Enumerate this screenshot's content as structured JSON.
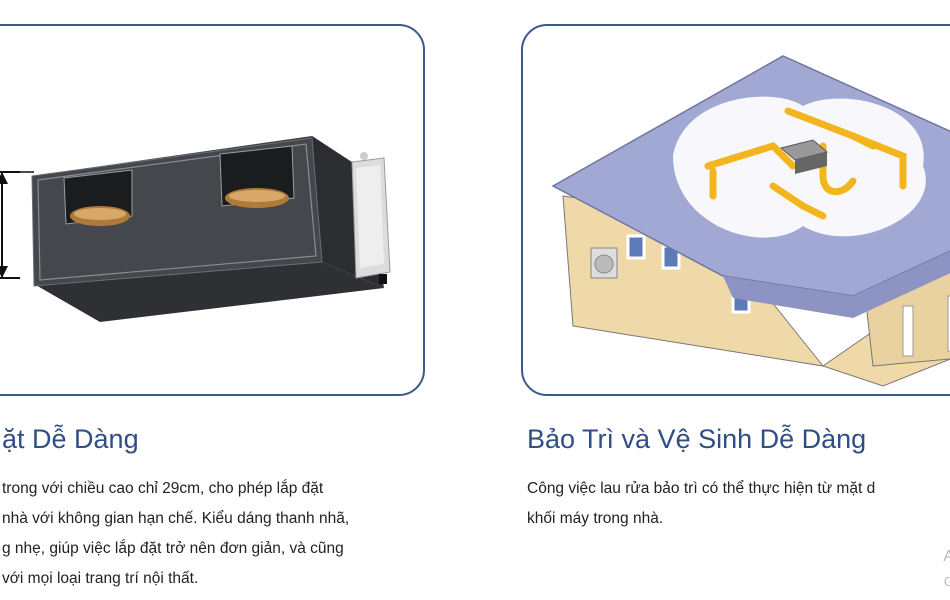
{
  "features": [
    {
      "title": "ặt Dễ Dàng",
      "lines": [
        "trong với chiều cao chỉ 29cm, cho phép lắp đặt",
        "nhà  với không gian hạn chế. Kiểu dáng thanh nhã,",
        "g nhẹ, giúp việc lắp đặt trở nên đơn giản, và cũng",
        " với mọi loại trang trí nội thất."
      ],
      "image_icon": "ducted-ac-unit-icon"
    },
    {
      "title": "Bảo Trì và Vệ Sinh Dễ Dàng",
      "lines": [
        "Công việc lau rửa bảo trì có thể thực hiện từ mặt d",
        "khối máy trong nhà."
      ],
      "image_icon": "house-duct-illustration-icon"
    }
  ],
  "watermark": {
    "line1": "A",
    "line2": "G"
  },
  "colors": {
    "card_border": "#3a5a8c",
    "title": "#2f4e86",
    "roof": "#a2a8d4",
    "duct": "#f2b51d",
    "wall": "#f0d9a8"
  }
}
